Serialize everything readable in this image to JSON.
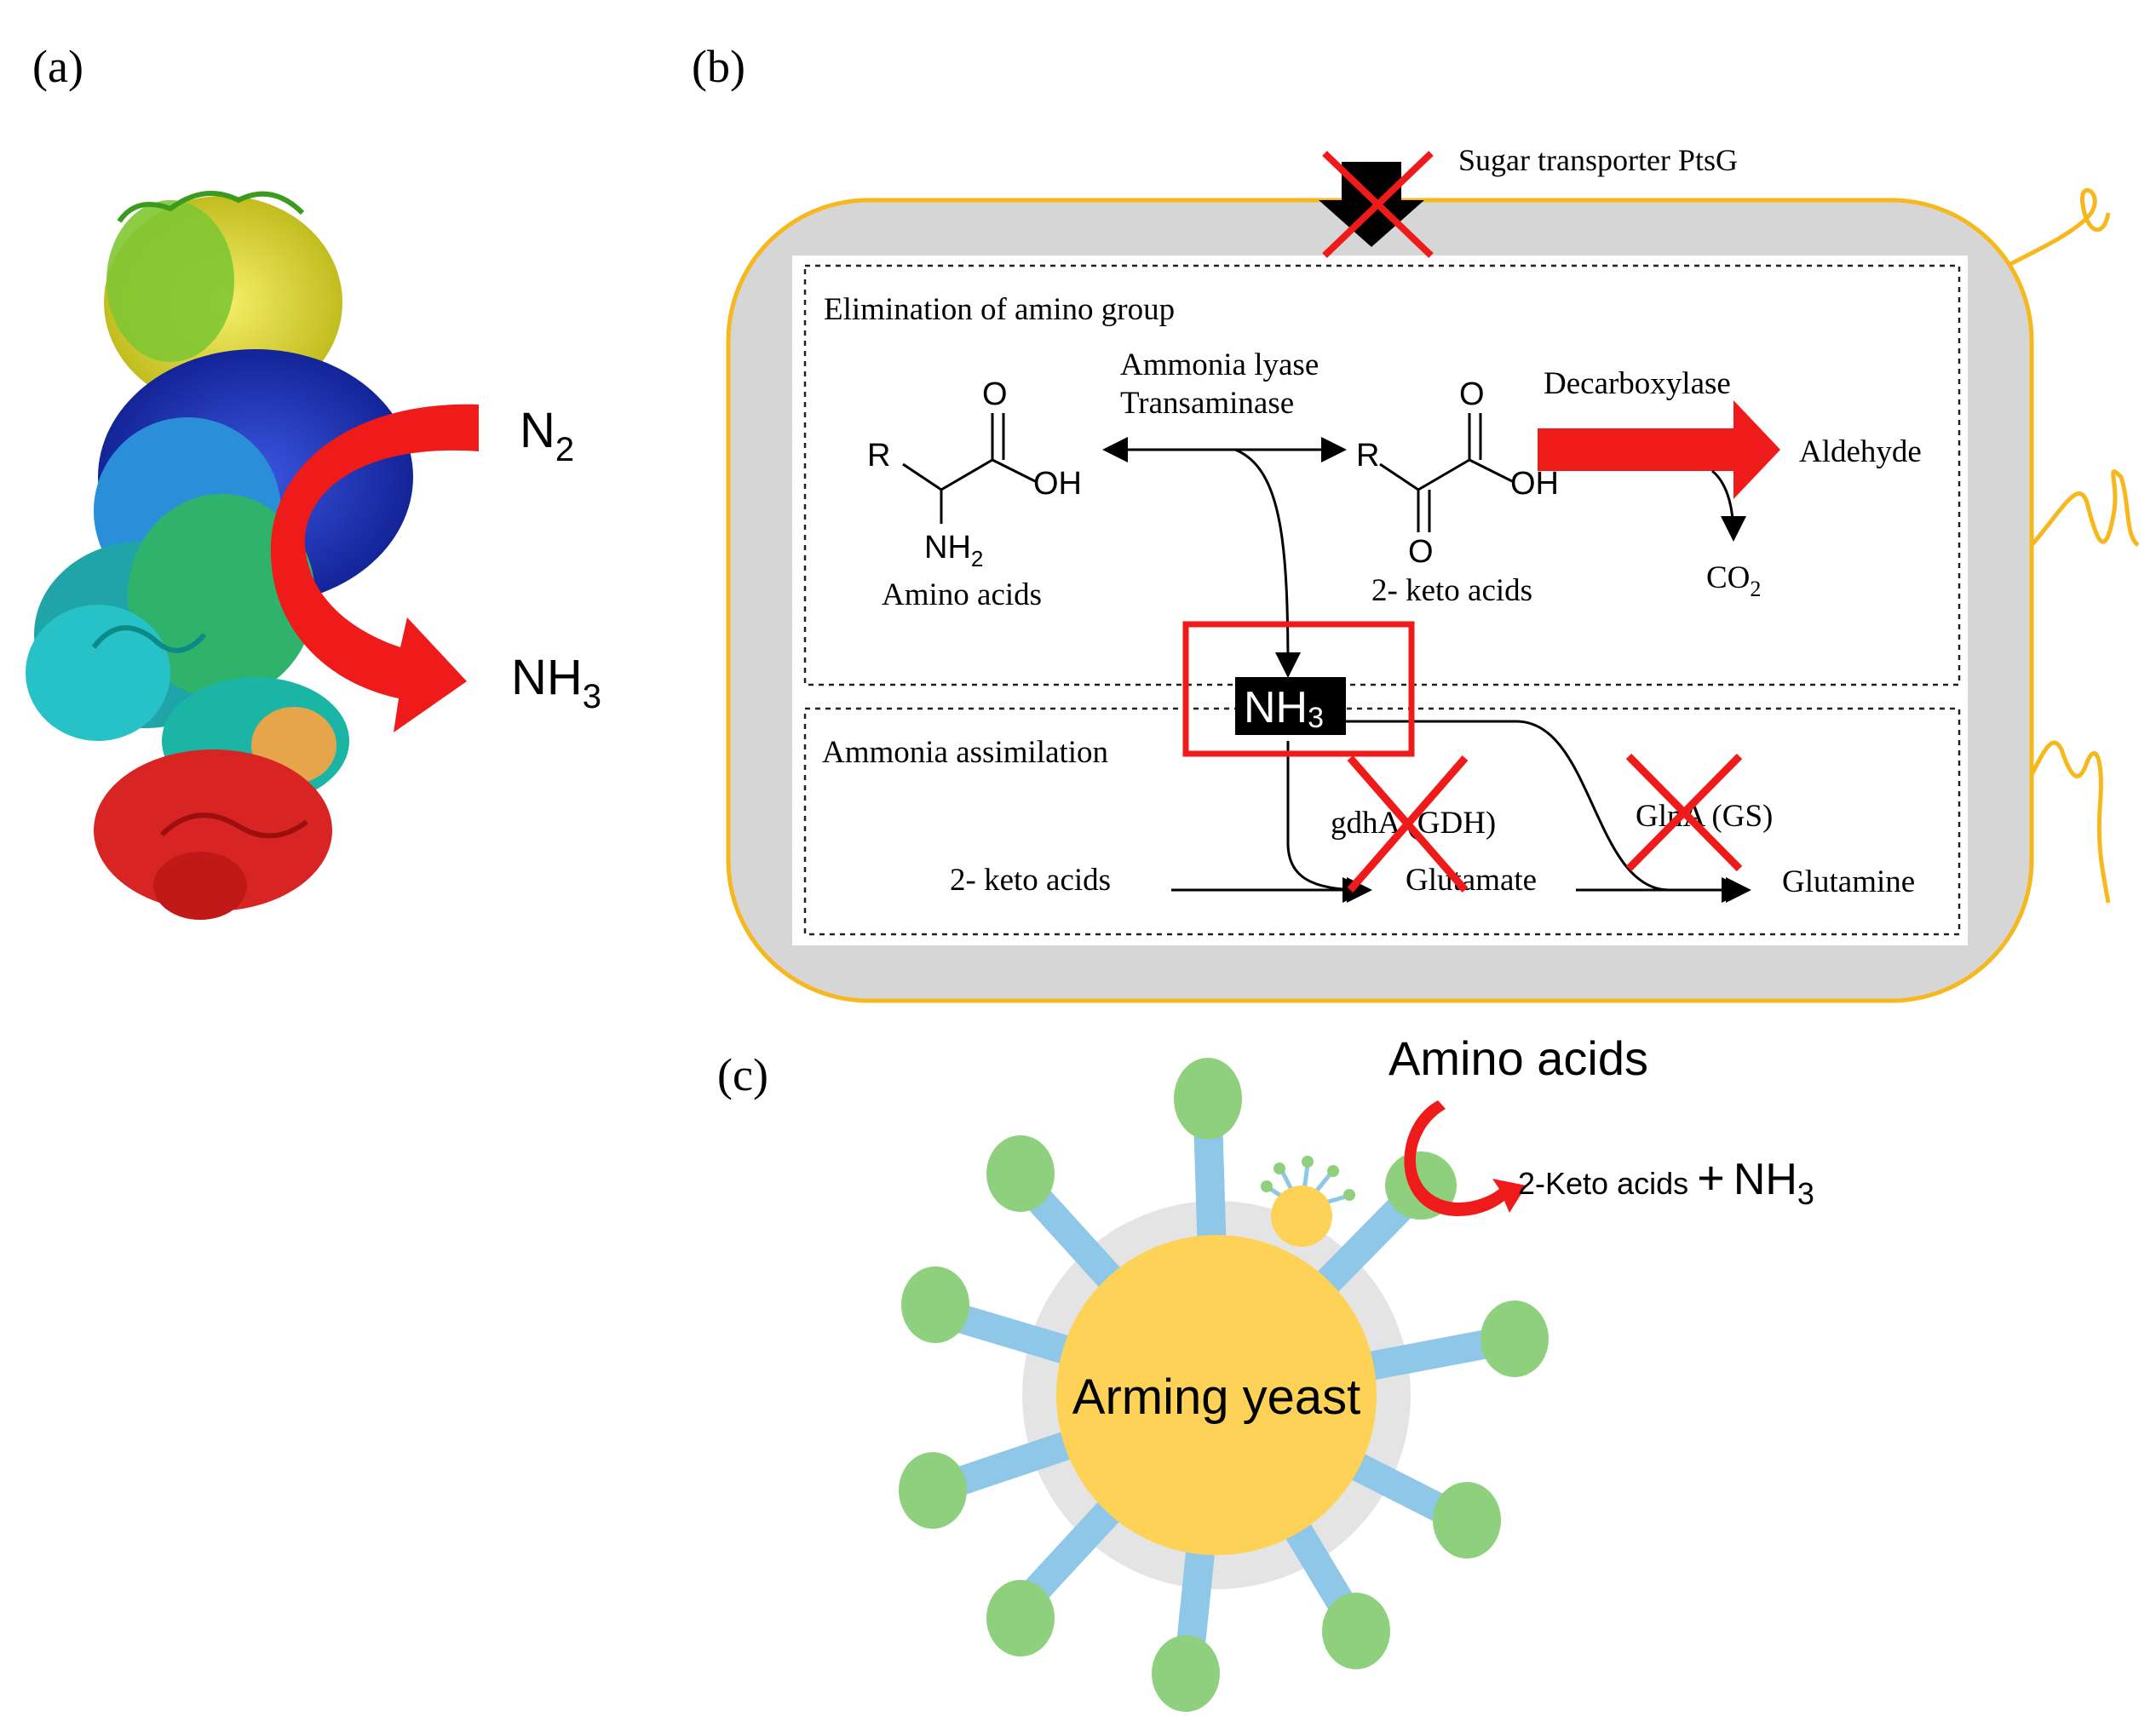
{
  "panels": {
    "a": {
      "label": "(a)"
    },
    "b": {
      "label": "(b)"
    },
    "c": {
      "label": "(c)"
    }
  },
  "panel_a": {
    "n2": {
      "base": "N",
      "sub": "2"
    },
    "nh3": {
      "base": "NH",
      "sub": "3"
    }
  },
  "panel_b": {
    "transporter_label": "Sugar transporter PtsG",
    "elimination": {
      "title": "Elimination  of amino group",
      "enzyme_line1": "Ammonia lyase",
      "enzyme_line2": "Transaminase",
      "decarboxylase": "Decarboxylase",
      "amino_acid_caption": "Amino acids",
      "keto_acid_caption": "2-  keto acids",
      "aldehyde": "Aldehyde",
      "co2": {
        "base": "CO",
        "sub": "2"
      },
      "atom_r": "R",
      "atom_o": "O",
      "atom_oh": "OH",
      "atom_nh": "NH",
      "atom_nh_sub": "2"
    },
    "nh3_box": {
      "base": "NH",
      "sub": "3"
    },
    "assimilation": {
      "title": "Ammonia assimilation",
      "keto_acids": "2-  keto acids",
      "gdh_label": "gdhA (GDH)",
      "glutamate": "Glutamate",
      "gs_label": "GlnA (GS)",
      "glutamine": "Glutamine"
    }
  },
  "panel_c": {
    "amino_acids": "Amino acids",
    "products_text": "2-Keto acids",
    "plus": "+",
    "nh3": {
      "base": "NH",
      "sub": "3"
    },
    "center_label": "Arming yeast"
  },
  "colors": {
    "cell_outline": "#f6b81c",
    "cell_fill": "#d6d6d6",
    "red": "#ef1a1a",
    "yeast_core": "#fdd257",
    "yeast_halo": "#e4e4e4",
    "stalk": "#8ec7e8",
    "enzyme_head": "#8fd07e"
  }
}
